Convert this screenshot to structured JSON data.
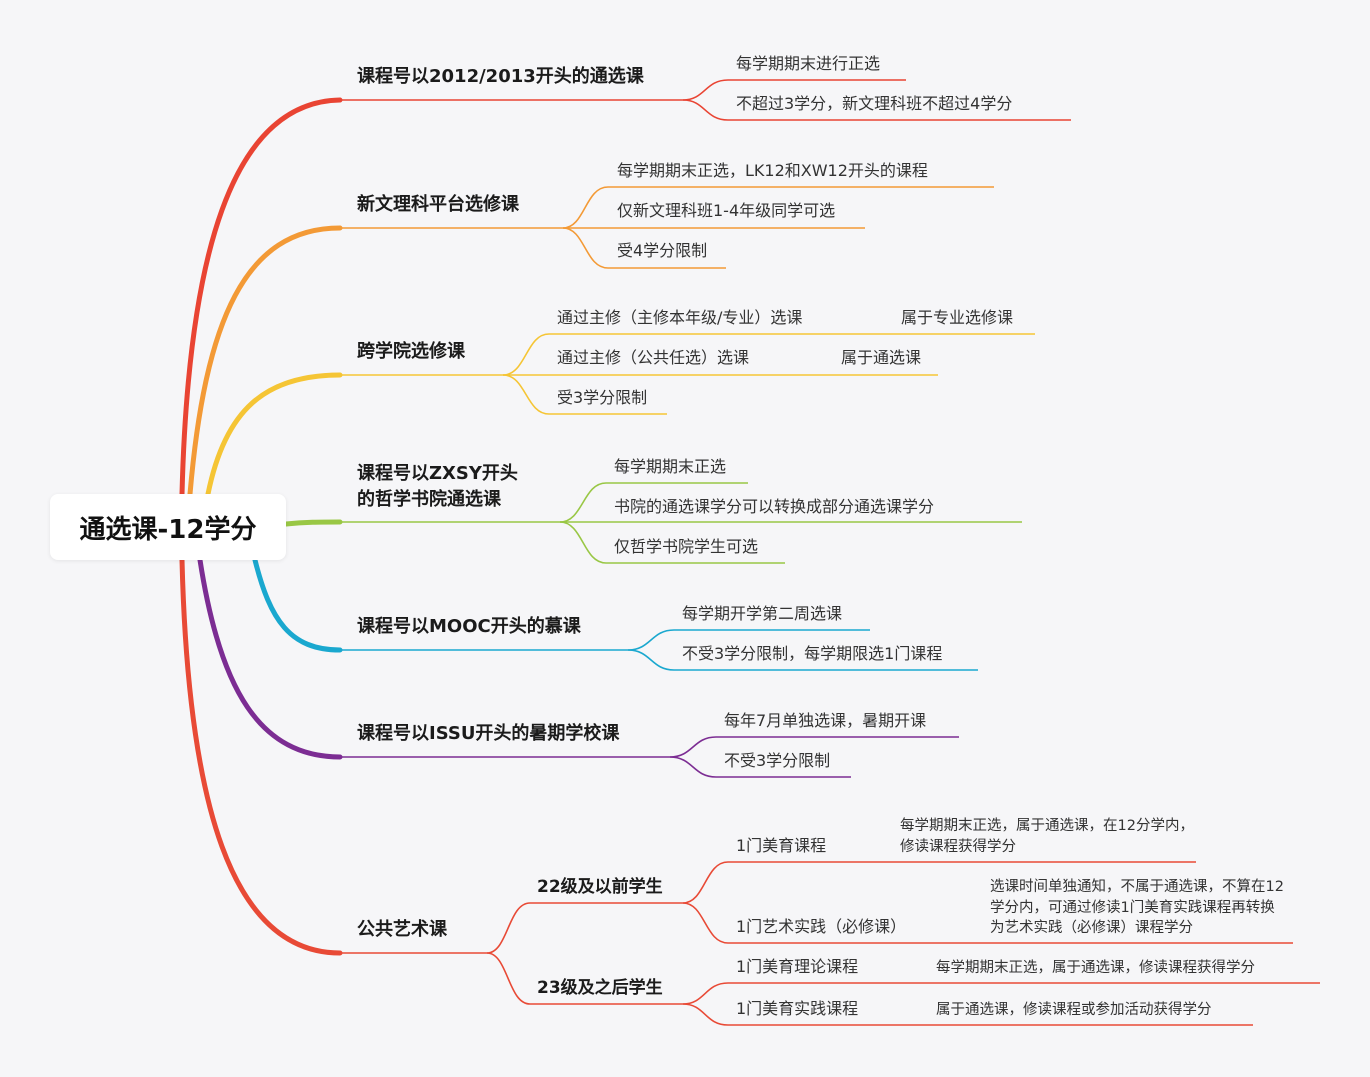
{
  "root": {
    "label": "通选课-12学分"
  },
  "colors": {
    "red": "#e94433",
    "orange": "#f39a36",
    "yellow": "#f5c535",
    "green": "#99c745",
    "blue": "#1aa8cf",
    "purple": "#7c2d93",
    "red2": "#e84a36"
  },
  "branches": [
    {
      "label": "课程号以2012/2013开头的通选课",
      "children": [
        {
          "label": "每学期期末进行正选"
        },
        {
          "label": "不超过3学分，新文理科班不超过4学分"
        }
      ]
    },
    {
      "label": "新文理科平台选修课",
      "children": [
        {
          "label": "每学期期末正选，LK12和XW12开头的课程"
        },
        {
          "label": "仅新文理科班1-4年级同学可选"
        },
        {
          "label": "受4学分限制"
        }
      ]
    },
    {
      "label": "跨学院选修课",
      "children": [
        {
          "label": "通过主修（主修本年级/专业）选课",
          "note": "属于专业选修课"
        },
        {
          "label": "通过主修（公共任选）选课",
          "note": "属于通选课"
        },
        {
          "label": "受3学分限制"
        }
      ]
    },
    {
      "label_line1": "课程号以ZXSY开头",
      "label_line2": "的哲学书院通选课",
      "children": [
        {
          "label": "每学期期末正选"
        },
        {
          "label": "书院的通选课学分可以转换成部分通选课学分"
        },
        {
          "label": "仅哲学书院学生可选"
        }
      ]
    },
    {
      "label": "课程号以MOOC开头的慕课",
      "children": [
        {
          "label": "每学期开学第二周选课"
        },
        {
          "label": "不受3学分限制，每学期限选1门课程"
        }
      ]
    },
    {
      "label": "课程号以ISSU开头的暑期学校课",
      "children": [
        {
          "label": "每年7月单独选课，暑期开课"
        },
        {
          "label": "不受3学分限制"
        }
      ]
    },
    {
      "label": "公共艺术课",
      "groups": [
        {
          "label": "22级及以前学生",
          "children": [
            {
              "label": "1门美育课程",
              "note": "每学期期末正选，属于通选课，在12分学内，修读课程获得学分"
            },
            {
              "label": "1门艺术实践（必修课）",
              "note": "选课时间单独通知，不属于通选课，不算在12学分内，可通过修读1门美育实践课程再转换为艺术实践（必修课）课程学分"
            }
          ]
        },
        {
          "label": "23级及之后学生",
          "children": [
            {
              "label": "1门美育理论课程",
              "note": "每学期期末正选，属于通选课，修读课程获得学分"
            },
            {
              "label": "1门美育实践课程",
              "note": "属于通选课，修读课程或参加活动获得学分"
            }
          ]
        }
      ]
    }
  ]
}
